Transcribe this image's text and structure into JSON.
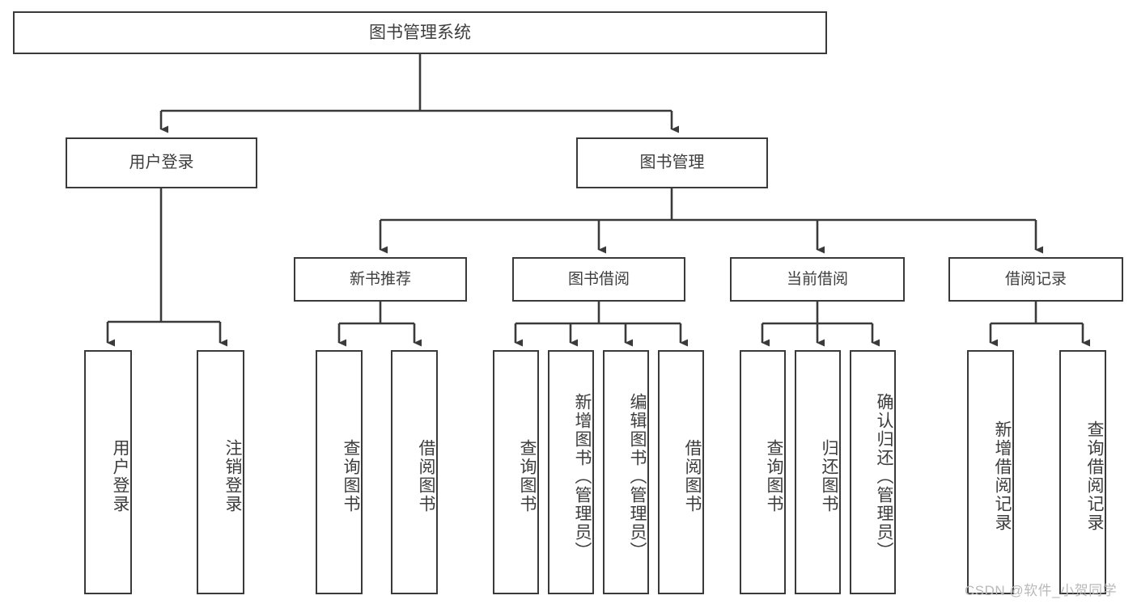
{
  "diagram": {
    "title": "图书管理系统",
    "root": {
      "label": "图书管理系统"
    },
    "level1": [
      {
        "label": "用户登录"
      },
      {
        "label": "图书管理"
      }
    ],
    "level2": [
      {
        "label": "新书推荐"
      },
      {
        "label": "图书借阅"
      },
      {
        "label": "当前借阅"
      },
      {
        "label": "借阅记录"
      }
    ],
    "leaves": {
      "user_login": [
        {
          "label": "用户登录"
        },
        {
          "label": "注销登录"
        }
      ],
      "new_book_recommend": [
        {
          "label": "查询图书"
        },
        {
          "label": "借阅图书"
        }
      ],
      "book_borrow": [
        {
          "label": "查询图书"
        },
        {
          "label": "新增图书（管理员）"
        },
        {
          "label": "编辑图书（管理员）"
        },
        {
          "label": "借阅图书"
        }
      ],
      "current_borrow": [
        {
          "label": "查询图书"
        },
        {
          "label": "归还图书"
        },
        {
          "label": "确认归还（管理员）"
        }
      ],
      "borrow_record": [
        {
          "label": "新增借阅记录"
        },
        {
          "label": "查询借阅记录"
        }
      ]
    }
  },
  "watermark": {
    "text": "CSDN @软件_小贺同学"
  },
  "colors": {
    "stroke": "#3a3a3a",
    "text": "#3d3d3d",
    "background": "#ffffff",
    "watermark": "#b9b9b9"
  }
}
